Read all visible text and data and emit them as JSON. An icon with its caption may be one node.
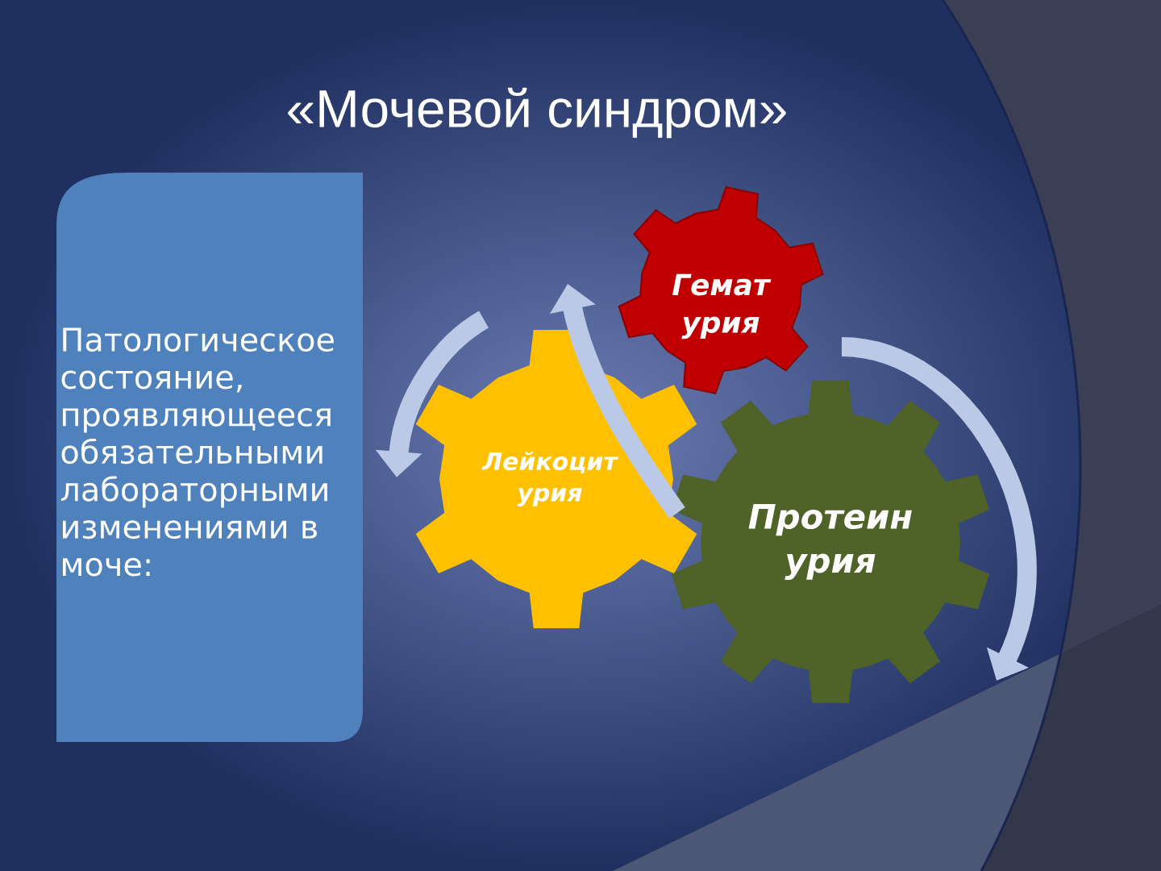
{
  "diagram": {
    "title": "«Мочевой синдром»",
    "nodes": [
      {
        "text": [
          "Патологическое состояние, проявляющееся обязательными лабораторными изменениями в моче:"
        ]
      },
      {
        "text": [
          "Лейкоцит урия"
        ]
      },
      {
        "text": [
          "Гемат урия"
        ]
      },
      {
        "text": [
          "Протеин урия"
        ]
      }
    ]
  }
}
